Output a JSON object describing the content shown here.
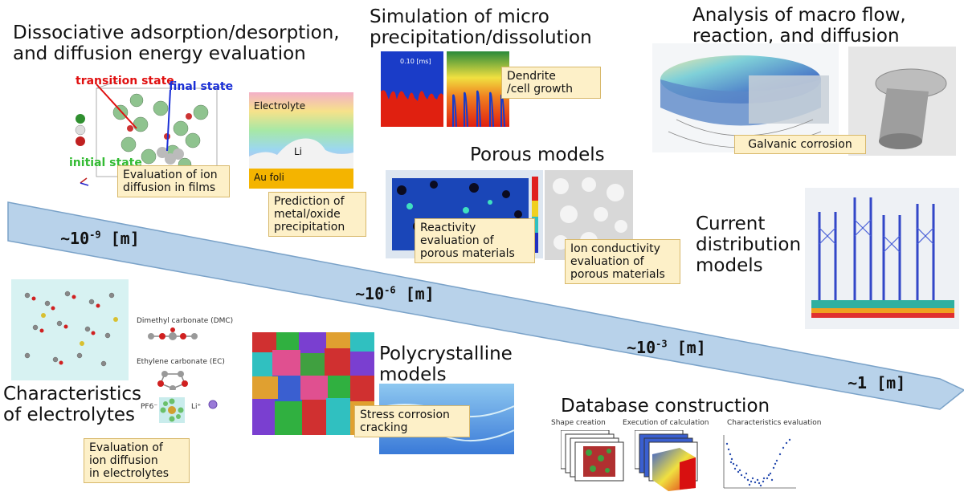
{
  "titles": {
    "dissociative": [
      "Dissociative adsorption/desorption,",
      "and diffusion energy evaluation"
    ],
    "simulation": [
      "Simulation of micro",
      "precipitation/dissolution"
    ],
    "macro": [
      "Analysis of macro flow,",
      "reaction, and diffusion"
    ],
    "porous": "Porous models",
    "current": [
      "Current",
      "distribution",
      "models"
    ],
    "electrolytes": [
      "Characteristics",
      "of electrolytes"
    ],
    "polycrystalline": [
      "Polycrystalline",
      "models"
    ],
    "database": "Database construction"
  },
  "notes": {
    "ion_films": [
      "Evaluation of ion",
      "diffusion in films"
    ],
    "metal_oxide": [
      "Prediction of",
      "metal/oxide",
      "precipitation"
    ],
    "dendrite": [
      "Dendrite",
      "/cell growth"
    ],
    "galvanic": "Galvanic corrosion",
    "reactivity": [
      "Reactivity",
      "evaluation of",
      "porous materials"
    ],
    "ion_conductivity": [
      "Ion conductivity",
      "evaluation of",
      "porous materials"
    ],
    "ion_electrolytes": [
      "Evaluation of",
      "ion diffusion",
      "in electrolytes"
    ],
    "stress": [
      "Stress corrosion",
      "cracking"
    ]
  },
  "state_labels": {
    "transition": "transition state",
    "final": "final state",
    "initial": "initial state"
  },
  "panel_labels": {
    "electrolyte": "Electrolyte",
    "li": "Li",
    "au_foil": "Au foli",
    "time": "0.10 [ms]",
    "dmc": "Dimethyl carbonate (DMC)",
    "ec": "Ethylene carbonate (EC)",
    "pf6": "PF6⁻",
    "li_ion": "Li⁺"
  },
  "scales": [
    {
      "base": "∼10",
      "exp": "-9",
      "unit": " [m]"
    },
    {
      "base": "∼10",
      "exp": "-6",
      "unit": " [m]"
    },
    {
      "base": "∼10",
      "exp": "-3",
      "unit": " [m]"
    },
    {
      "base": "∼1",
      "exp": "",
      "unit": " [m]"
    }
  ],
  "database_steps": [
    "Shape creation",
    "Execution of calculation",
    "Characteristics evaluation"
  ],
  "colors": {
    "arrow_fill": "#b8d2ea",
    "arrow_stroke": "#7aa2c8",
    "note_bg": "#fdf0c8",
    "transition": "#e01010",
    "final": "#1a2fd6",
    "initial": "#33bb33"
  }
}
